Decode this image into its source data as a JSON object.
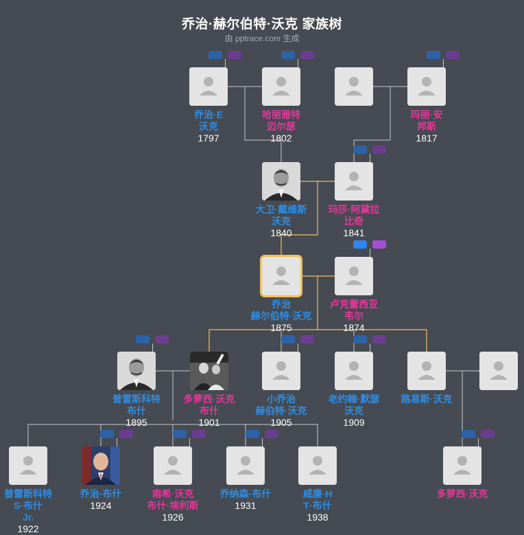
{
  "title": "乔治·赫尔伯特·沃克 家族树",
  "subtitle": "由 pptrace.com 生成",
  "colors": {
    "male": "#2e8ee6",
    "female": "#e6379a",
    "focus": "#f0c15a",
    "line": "#c8cbd0"
  },
  "people": [
    {
      "id": "p1",
      "name": "乔治·E 沃克",
      "lines": [
        "乔治·E",
        "沃克"
      ],
      "year": "1797",
      "gender": "m",
      "photo": "placeholder"
    },
    {
      "id": "p2",
      "name": "哈丽雅特 迈尔瑟",
      "lines": [
        "哈丽雅特",
        "迈尔瑟"
      ],
      "year": "1802",
      "gender": "f",
      "photo": "placeholder"
    },
    {
      "id": "p3",
      "name": "",
      "lines": [],
      "year": "",
      "gender": "m",
      "photo": "placeholder"
    },
    {
      "id": "p4",
      "name": "玛丽·安 邦斯",
      "lines": [
        "玛丽·安",
        "邦斯"
      ],
      "year": "1817",
      "gender": "f",
      "photo": "placeholder"
    },
    {
      "id": "p5",
      "name": "大卫·戴维斯 沃克",
      "lines": [
        "大卫·戴维斯",
        "沃克"
      ],
      "year": "1840",
      "gender": "m",
      "photo": "portrait"
    },
    {
      "id": "p6",
      "name": "玛莎·阿黛拉 比奇",
      "lines": [
        "玛莎·阿黛拉",
        "比奇"
      ],
      "year": "1841",
      "gender": "f",
      "photo": "placeholder"
    },
    {
      "id": "p7",
      "name": "乔治 赫尔伯特·沃克",
      "lines": [
        "乔治",
        "赫尔伯特·沃克"
      ],
      "year": "1875",
      "gender": "m",
      "photo": "placeholder",
      "focus": true
    },
    {
      "id": "p8",
      "name": "卢克蕾西亚 韦尔",
      "lines": [
        "卢克蕾西亚",
        "韦尔"
      ],
      "year": "1874",
      "gender": "f",
      "photo": "placeholder"
    },
    {
      "id": "p9",
      "name": "普雷斯科特 布什",
      "lines": [
        "普雷斯科特",
        "布什"
      ],
      "year": "1895",
      "gender": "m",
      "photo": "portrait"
    },
    {
      "id": "p10",
      "name": "多萝西·沃克 布什",
      "lines": [
        "多萝西·沃克",
        "布什"
      ],
      "year": "1901",
      "gender": "f",
      "photo": "portrait"
    },
    {
      "id": "p11",
      "name": "小乔治 赫伯特·沃克",
      "lines": [
        "小乔治",
        "赫伯特·沃克"
      ],
      "year": "1905",
      "gender": "m",
      "photo": "placeholder"
    },
    {
      "id": "p12",
      "name": "老约翰·默瑟 沃克",
      "lines": [
        "老约翰·默瑟",
        "沃克"
      ],
      "year": "1909",
      "gender": "m",
      "photo": "placeholder"
    },
    {
      "id": "p13",
      "name": "路易斯·沃克",
      "lines": [
        "路易斯·沃克"
      ],
      "year": "",
      "gender": "m",
      "photo": "placeholder"
    },
    {
      "id": "p14",
      "name": "",
      "lines": [],
      "year": "",
      "gender": "f",
      "photo": "placeholder"
    },
    {
      "id": "p15",
      "name": "普雷斯科特 S·布什 Jr.",
      "lines": [
        "普雷斯科特",
        "S·布什",
        "Jr."
      ],
      "year": "1922",
      "gender": "m",
      "photo": "placeholder"
    },
    {
      "id": "p16",
      "name": "乔治·布什",
      "lines": [
        "乔治·布什"
      ],
      "year": "1924",
      "gender": "m",
      "photo": "portrait"
    },
    {
      "id": "p17",
      "name": "南希·沃克 布什·埃利斯",
      "lines": [
        "南希·沃克",
        "布什·埃利斯"
      ],
      "year": "1926",
      "gender": "f",
      "photo": "placeholder"
    },
    {
      "id": "p18",
      "name": "乔纳森·布什",
      "lines": [
        "乔纳森·布什"
      ],
      "year": "1931",
      "gender": "m",
      "photo": "placeholder"
    },
    {
      "id": "p19",
      "name": "威廉·H T·布什",
      "lines": [
        "威廉·H",
        "T·布什"
      ],
      "year": "1938",
      "gender": "m",
      "photo": "placeholder"
    },
    {
      "id": "p20",
      "name": "多萝西·沃克",
      "lines": [
        "多萝西·沃克"
      ],
      "year": "",
      "gender": "f",
      "photo": "placeholder"
    }
  ]
}
